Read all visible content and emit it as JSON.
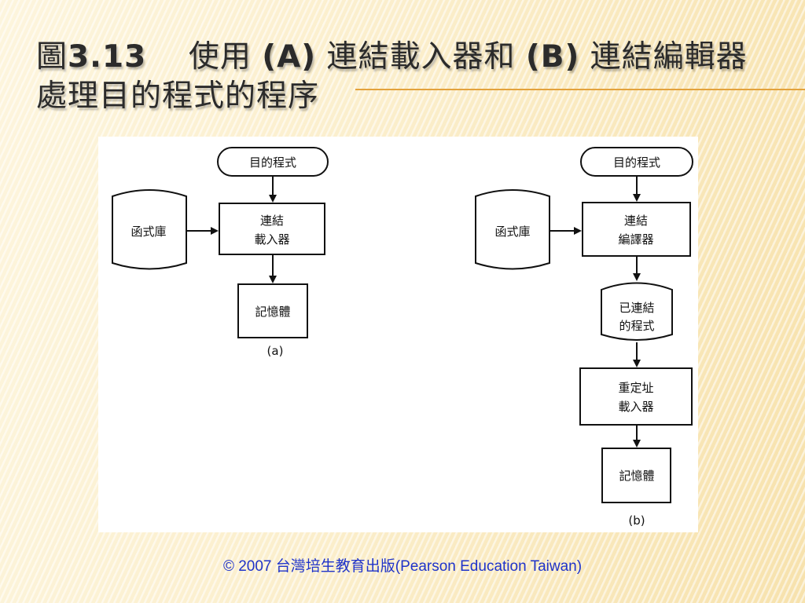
{
  "title": {
    "fig_prefix": "圖",
    "fig_number": "3.13",
    "part1": "使用 ",
    "a_label": "(A)",
    "part2": " 連結載入器和 ",
    "b_label": "(B)",
    "part3": " 連結編輯器",
    "line2": "處理目的程式的程序"
  },
  "diagram_a": {
    "object_program": "目的程式",
    "library": "函式庫",
    "linking_loader_1": "連結",
    "linking_loader_2": "載入器",
    "memory": "記憶體",
    "caption": "(a)"
  },
  "diagram_b": {
    "object_program": "目的程式",
    "library": "函式庫",
    "linkage_editor_1": "連結",
    "linkage_editor_2": "編譯器",
    "linked_program_1": "已連結",
    "linked_program_2": "的程式",
    "relocating_loader_1": "重定址",
    "relocating_loader_2": "載入器",
    "memory": "記憶體",
    "caption": "(b)"
  },
  "footer": "© 2007 台灣培生教育出版(Pearson Education Taiwan)"
}
